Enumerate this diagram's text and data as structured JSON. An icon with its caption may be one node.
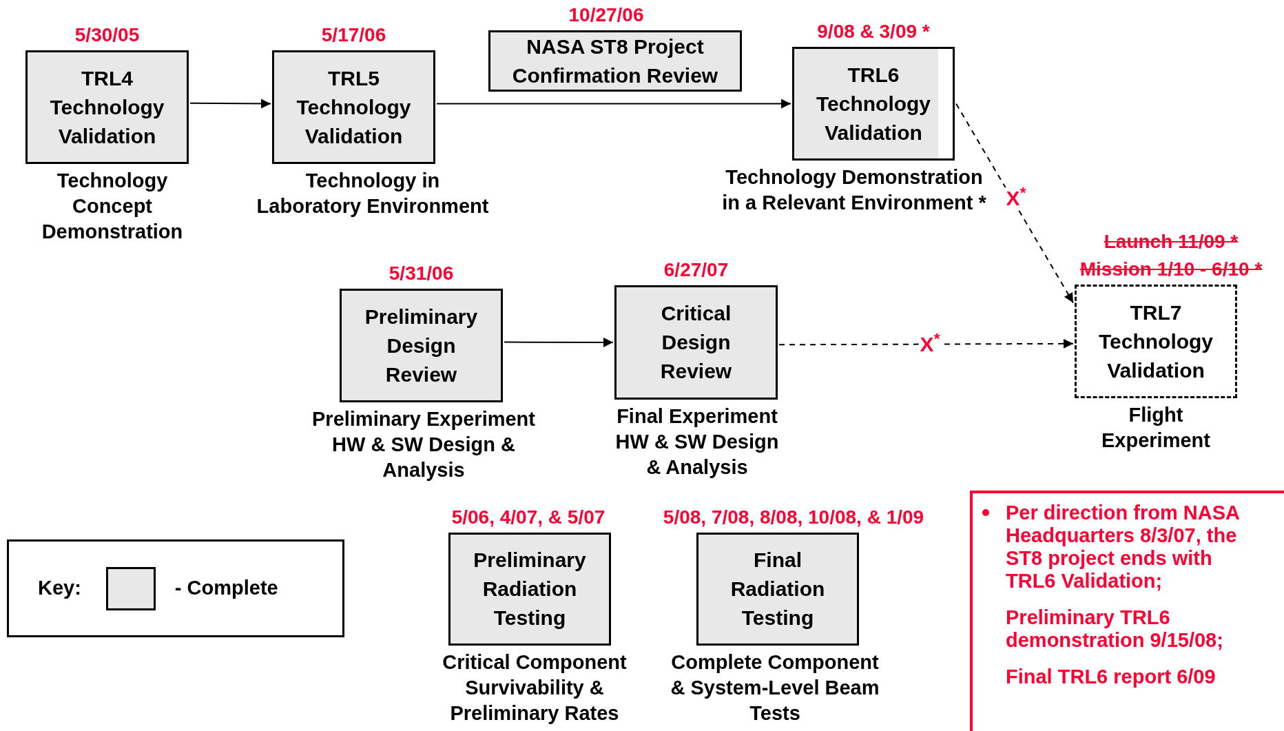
{
  "diagram": {
    "nodes": [
      {
        "text": [
          "5/30/05",
          "TRL4 Technology Validation"
        ],
        "beside": [
          "Technology Concept Demonstration"
        ]
      },
      {
        "text": [
          "5/17/06",
          "TRL5 Technology Validation"
        ],
        "beside": [
          "Technology in Laboratory Environment"
        ]
      },
      {
        "text": [
          "10/27/06",
          "NASA ST8 Project Confirmation Review"
        ]
      },
      {
        "text": [
          "9/08 & 3/09 *",
          "TRL6 Technology Validation"
        ],
        "beside": [
          "Technology Demonstration in a Relevant Environment *"
        ]
      },
      {
        "text": [
          "5/31/06",
          "Preliminary Design Review"
        ],
        "beside": [
          "Preliminary Experiment HW & SW Design & Analysis"
        ]
      },
      {
        "text": [
          "6/27/07",
          "Critical Design Review"
        ],
        "beside": [
          "Final Experiment HW & SW Design & Analysis"
        ]
      },
      {
        "text": [
          "Launch 11/09 *",
          "Mission 1/10 - 6/10 *",
          "TRL7 Technology Validation"
        ],
        "beside": [
          "Flight Experiment"
        ]
      },
      {
        "text": [
          "5/06, 4/07, & 5/07",
          "Preliminary Radiation Testing"
        ],
        "beside": [
          "Critical Component Survivability & Preliminary Rates"
        ]
      },
      {
        "text": [
          "5/08, 7/08, 8/08, 10/08, & 1/09",
          "Final Radiation Testing"
        ],
        "beside": [
          "Complete Component & System-Level Beam Tests"
        ]
      },
      {
        "text": [
          "Per direction from NASA Headquarters 8/3/07, the ST8 project ends with TRL6 Validation;",
          "Preliminary TRL6 demonstration 9/15/08;",
          "Final TRL6 report 6/09"
        ]
      }
    ],
    "edges": [
      {
        "from": 0,
        "to": 1,
        "arrow": "to"
      },
      {
        "from": 1,
        "to": 3,
        "arrow": "to"
      },
      {
        "from": 3,
        "to": 6,
        "arrow": "to",
        "style": "dashed",
        "label": "X$^{*}$"
      },
      {
        "from": 4,
        "to": 5,
        "arrow": "to"
      },
      {
        "from": 5,
        "to": 6,
        "arrow": "to",
        "style": "dashed",
        "label": "X$^{*}$"
      }
    ],
    "labels": [
      "Key:"
    ],
    "legend": [
      {
        "text": "- Complete",
        "color": "#e8e8e8"
      }
    ]
  }
}
